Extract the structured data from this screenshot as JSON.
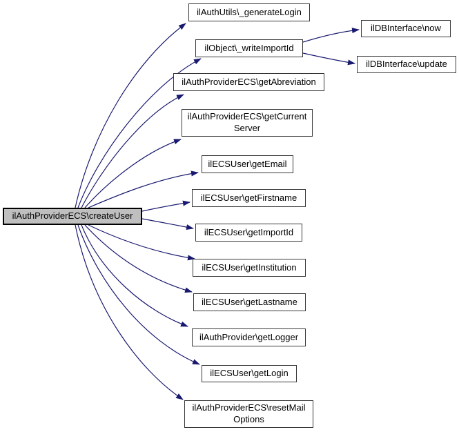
{
  "diagram": {
    "type": "call-graph",
    "edge_color": "#191970",
    "root_fill": "#bfbfbf"
  },
  "nodes": [
    {
      "id": "createUser",
      "lines": [
        "ilAuthProviderECS\\createUser"
      ]
    },
    {
      "id": "generateLogin",
      "lines": [
        "ilAuthUtils\\_generateLogin"
      ]
    },
    {
      "id": "writeImportId",
      "lines": [
        "ilObject\\_writeImportId"
      ]
    },
    {
      "id": "getAbreviation",
      "lines": [
        "ilAuthProviderECS\\getAbreviation"
      ]
    },
    {
      "id": "getCurrentServer",
      "lines": [
        "ilAuthProviderECS\\getCurrent",
        "Server"
      ]
    },
    {
      "id": "getEmail",
      "lines": [
        "ilECSUser\\getEmail"
      ]
    },
    {
      "id": "getFirstname",
      "lines": [
        "ilECSUser\\getFirstname"
      ]
    },
    {
      "id": "getImportId",
      "lines": [
        "ilECSUser\\getImportId"
      ]
    },
    {
      "id": "getInstitution",
      "lines": [
        "ilECSUser\\getInstitution"
      ]
    },
    {
      "id": "getLastname",
      "lines": [
        "ilECSUser\\getLastname"
      ]
    },
    {
      "id": "getLogger",
      "lines": [
        "ilAuthProvider\\getLogger"
      ]
    },
    {
      "id": "getLogin",
      "lines": [
        "ilECSUser\\getLogin"
      ]
    },
    {
      "id": "resetMailOptions",
      "lines": [
        "ilAuthProviderECS\\resetMail",
        "Options"
      ]
    },
    {
      "id": "dbNow",
      "lines": [
        "ilDBInterface\\now"
      ]
    },
    {
      "id": "dbUpdate",
      "lines": [
        "ilDBInterface\\update"
      ]
    }
  ],
  "edges": [
    {
      "from": "createUser",
      "to": "generateLogin"
    },
    {
      "from": "createUser",
      "to": "writeImportId"
    },
    {
      "from": "createUser",
      "to": "getAbreviation"
    },
    {
      "from": "createUser",
      "to": "getCurrentServer"
    },
    {
      "from": "createUser",
      "to": "getEmail"
    },
    {
      "from": "createUser",
      "to": "getFirstname"
    },
    {
      "from": "createUser",
      "to": "getImportId"
    },
    {
      "from": "createUser",
      "to": "getInstitution"
    },
    {
      "from": "createUser",
      "to": "getLastname"
    },
    {
      "from": "createUser",
      "to": "getLogger"
    },
    {
      "from": "createUser",
      "to": "getLogin"
    },
    {
      "from": "createUser",
      "to": "resetMailOptions"
    },
    {
      "from": "writeImportId",
      "to": "dbNow"
    },
    {
      "from": "writeImportId",
      "to": "dbUpdate"
    }
  ]
}
